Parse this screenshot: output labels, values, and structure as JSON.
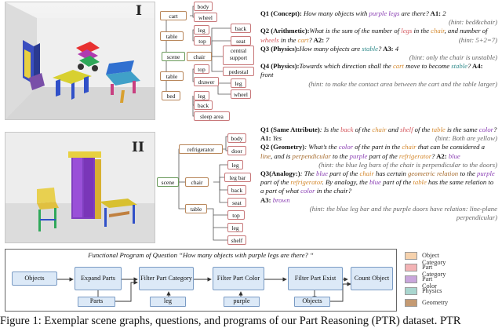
{
  "panel1": {
    "roman": "I",
    "graph": {
      "nodes": [
        "body",
        "cart",
        "wheel",
        "table",
        "leg",
        "top",
        "back",
        "scene",
        "chair",
        "seat",
        "central support",
        "pedestal",
        "drawer",
        "leg",
        "bed",
        "wheel",
        "leg",
        "back",
        "sleep area"
      ]
    },
    "qa": [
      {
        "label": "Q1 (Concept):",
        "pre": "How many objects with ",
        "c1": "purple legs",
        "post": " are there?",
        "ans_label": " A1:",
        "ans": " 2",
        "hint": "(hint: bed&chair)"
      },
      {
        "label": "Q2 (Arithmetic):",
        "text1": "What is the sum of the number of ",
        "legs": "legs",
        "text2": " in the ",
        "chair": "chair",
        "text3": ", and number of ",
        "wheels": "wheels",
        "text4": " in the ",
        "cart": "cart",
        "text5": "?",
        "ans_label": " A2:",
        "ans": " 7",
        "hint": "(hint:  5+2=7)"
      },
      {
        "label": "Q3 (Physics):",
        "pre": "How many objects are ",
        "c1": "stable",
        "post": "?",
        "ans_label": " A3:",
        "ans": " 4",
        "hint": "(hint: only the chair is unstable)"
      },
      {
        "label": "Q4 (Physics):",
        "pre": "Towards which direction shall the ",
        "c1": "cart",
        "mid": " move to become ",
        "c2": "stable",
        "post": "?",
        "ans_label": " A4:",
        "ans": " front",
        "hint": "(hint: to make the contact area between the cart and the table larger)"
      }
    ]
  },
  "panel2": {
    "roman": "II",
    "graph": {
      "nodes": [
        "body",
        "refrigerator",
        "door",
        "leg",
        "scene",
        "chair",
        "leg bar",
        "back",
        "seat",
        "table",
        "top",
        "leg",
        "shelf"
      ]
    },
    "qa": [
      {
        "label": "Q1 (Same Attribute)",
        "pre": ": Is the ",
        "c1": "back",
        "t1": " of the ",
        "c2": "chair",
        "t2": " and ",
        "c3": "shelf",
        "t3": " of the ",
        "c4": "table",
        "t4": " is the same ",
        "c5": "color",
        "post": "?",
        "ans_label": " A1:",
        "ans": " Yes",
        "hint": "(hint: Both are yellow)"
      },
      {
        "label": "Q2 (Geometry)",
        "pre": ": What’s the ",
        "c1": "color",
        "t1": " of the part in the ",
        "c2": "chair",
        "t2": " that can be considered a ",
        "c3": "line",
        "t3": ", and is ",
        "c4": "perpendicular",
        "t4": " to the ",
        "c5": "purple",
        "t5": " part of the ",
        "c6": "refrigerator",
        "post": "?",
        "ans_label": " A2:",
        "ans": " blue",
        "hint": "(hint: the blue leg bars of the chair is perpendicular to the doors)"
      },
      {
        "label": "Q3(Analogy:)",
        "pre": ": The ",
        "c1": "blue",
        "t1": " part of the ",
        "c2": "chair",
        "t2": " has certain ",
        "c3": "geometric relation",
        "t3": " to the ",
        "c4": "purple",
        "t4": " part of the ",
        "c5": "refrigerator",
        "t5": ". By analogy, the ",
        "c6": "blue",
        "t6": " part of the ",
        "c7": "table",
        "t7": " has the same relation to a part of what ",
        "c8": "color",
        "t8": " in the chair?",
        "ans_label": "A3:",
        "ans": " brown",
        "hint1": "(hint: the blue leg bar and the purple doors have relation: line-plane",
        "hint2": "perpendicular)"
      }
    ]
  },
  "program": {
    "title": "Functional Program of Question “How many objects with purple legs are there? “",
    "boxes": [
      "Objects",
      "Expand Parts",
      "Filter Part Category",
      "Filter Part Color",
      "Filter Part Exist",
      "Count Object"
    ],
    "args": [
      "Parts",
      "leg",
      "purple",
      "Objects"
    ]
  },
  "legend": [
    {
      "label": "Object Category",
      "color": "#f6d2ad"
    },
    {
      "label": "Part Category",
      "color": "#f3b3b5"
    },
    {
      "label": "Part Color",
      "color": "#c9a6dc"
    },
    {
      "label": "Physics",
      "color": "#a9d6cf"
    },
    {
      "label": "Geometry",
      "color": "#c49a72"
    }
  ],
  "caption": "Figure 1: Exemplar scene graphs, questions, and programs of our Part Reasoning (PTR) dataset. PTR"
}
